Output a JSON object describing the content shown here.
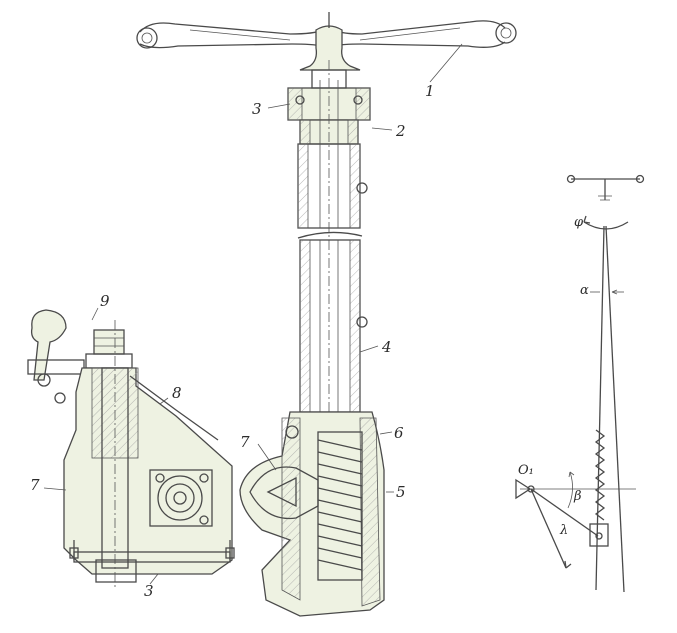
{
  "figure": {
    "callouts": {
      "steering_wheel": "1",
      "upper_bearing": "2",
      "column_cap": "3",
      "steering_shaft": "4",
      "worm": "5",
      "gearbox_housing": "6",
      "roller_sector_left": "7",
      "roller_sector_right": "7",
      "cover": "8",
      "pitman_arm": "9",
      "lower_nut": "3"
    },
    "kinematic_symbols": {
      "phi": "φ",
      "alpha": "α",
      "beta": "β",
      "pivot": "O₁",
      "lambda": "λ"
    }
  },
  "palette": {
    "ink": "#4a4a4a",
    "tint": "#eef2e2",
    "background": "#ffffff"
  }
}
